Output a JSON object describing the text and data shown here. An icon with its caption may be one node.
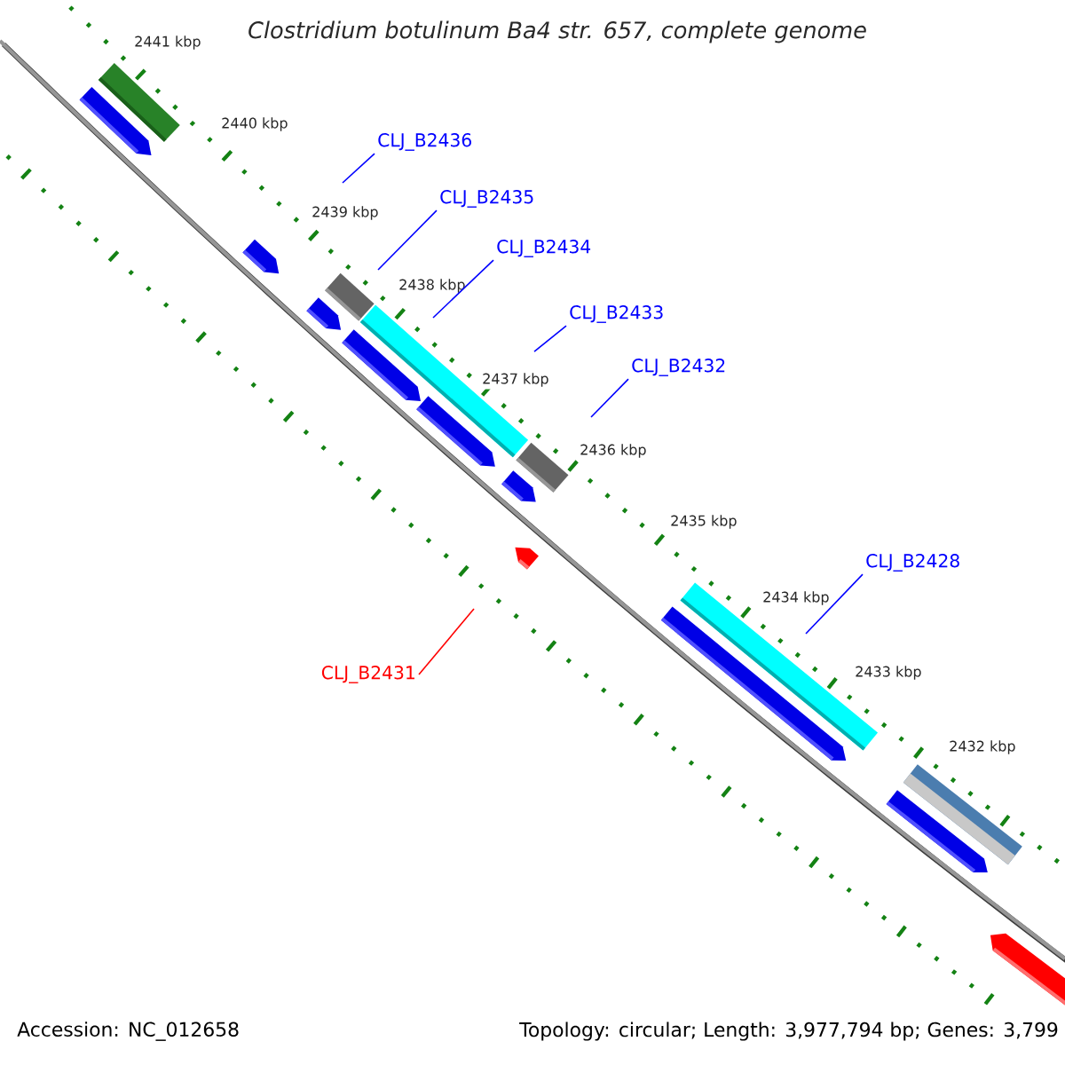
{
  "diagram": {
    "title": "Clostridium botulinum Ba4 str. 657, complete genome",
    "nodes": [
      {
        "text": [
          "CLJ_B2436"
        ]
      },
      {
        "text": [
          "CLJ_B2435"
        ]
      },
      {
        "text": [
          "CLJ_B2434"
        ]
      },
      {
        "text": [
          "CLJ_B2433"
        ]
      },
      {
        "text": [
          "CLJ_B2432"
        ]
      },
      {
        "text": [
          "CLJ_B2428"
        ]
      },
      {
        "text": [
          "CLJ_B2431"
        ]
      }
    ],
    "edges": [
      {
        "from": 0,
        "to": null,
        "arrow": "none"
      },
      {
        "from": 1,
        "to": null,
        "arrow": "none"
      },
      {
        "from": 2,
        "to": null,
        "arrow": "none"
      },
      {
        "from": 3,
        "to": null,
        "arrow": "none"
      },
      {
        "from": 4,
        "to": null,
        "arrow": "none"
      },
      {
        "from": 5,
        "to": null,
        "arrow": "none"
      },
      {
        "from": 6,
        "to": null,
        "arrow": "none",
        "color": "#ff0000"
      }
    ],
    "labels": [
      "2441 kbp",
      "2440 kbp",
      "2439 kbp",
      "2438 kbp",
      "2437 kbp",
      "2436 kbp",
      "2435 kbp",
      "2434 kbp",
      "2433 kbp",
      "2432 kbp",
      "Accession: NC_012658",
      "Topology: circular; Length: 3,977,794 bp; Genes: 3,799"
    ]
  }
}
